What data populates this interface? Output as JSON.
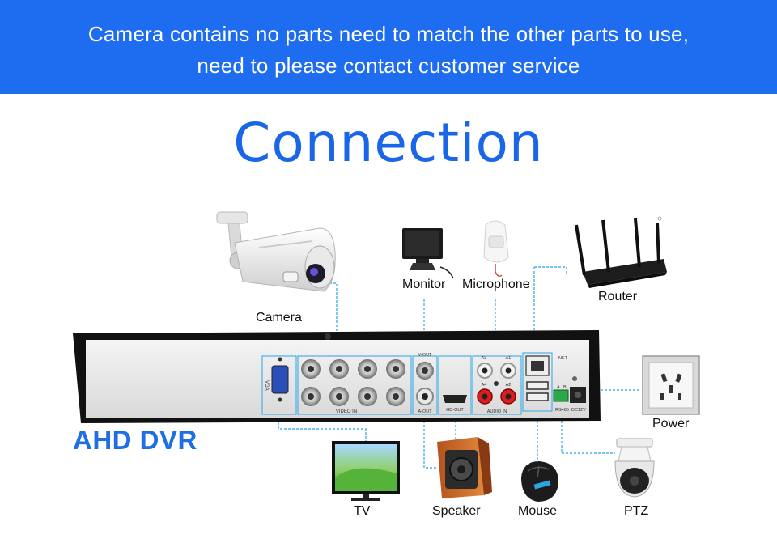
{
  "banner": {
    "line1": "Camera contains no parts need to match the other parts to use,",
    "line2": "need to please contact customer service",
    "color": "#1e6cf0"
  },
  "title": "Connection",
  "dvr": {
    "label": "AHD DVR",
    "panel": {
      "vga": "VGA",
      "video_in": "VIDEO IN",
      "v_out": "V-OUT",
      "a_out": "A-OUT",
      "hd_out": "HD-OUT",
      "audio_in": "AUDIO IN",
      "a3": "A3",
      "a1": "A1",
      "a4": "A4",
      "a2": "A2",
      "net": "NET",
      "rs485": "RS485",
      "dc12v": "DC12V",
      "a": "A",
      "b": "B"
    }
  },
  "devices": {
    "camera": "Camera",
    "monitor": "Monitor",
    "microphone": "Microphone",
    "router": "Router",
    "power": "Power",
    "tv": "TV",
    "speaker": "Speaker",
    "mouse": "Mouse",
    "ptz": "PTZ"
  },
  "colors": {
    "connector_line": "#4ab0e8",
    "title": "#1a66e8",
    "dvr_label": "#1f6fe0"
  }
}
